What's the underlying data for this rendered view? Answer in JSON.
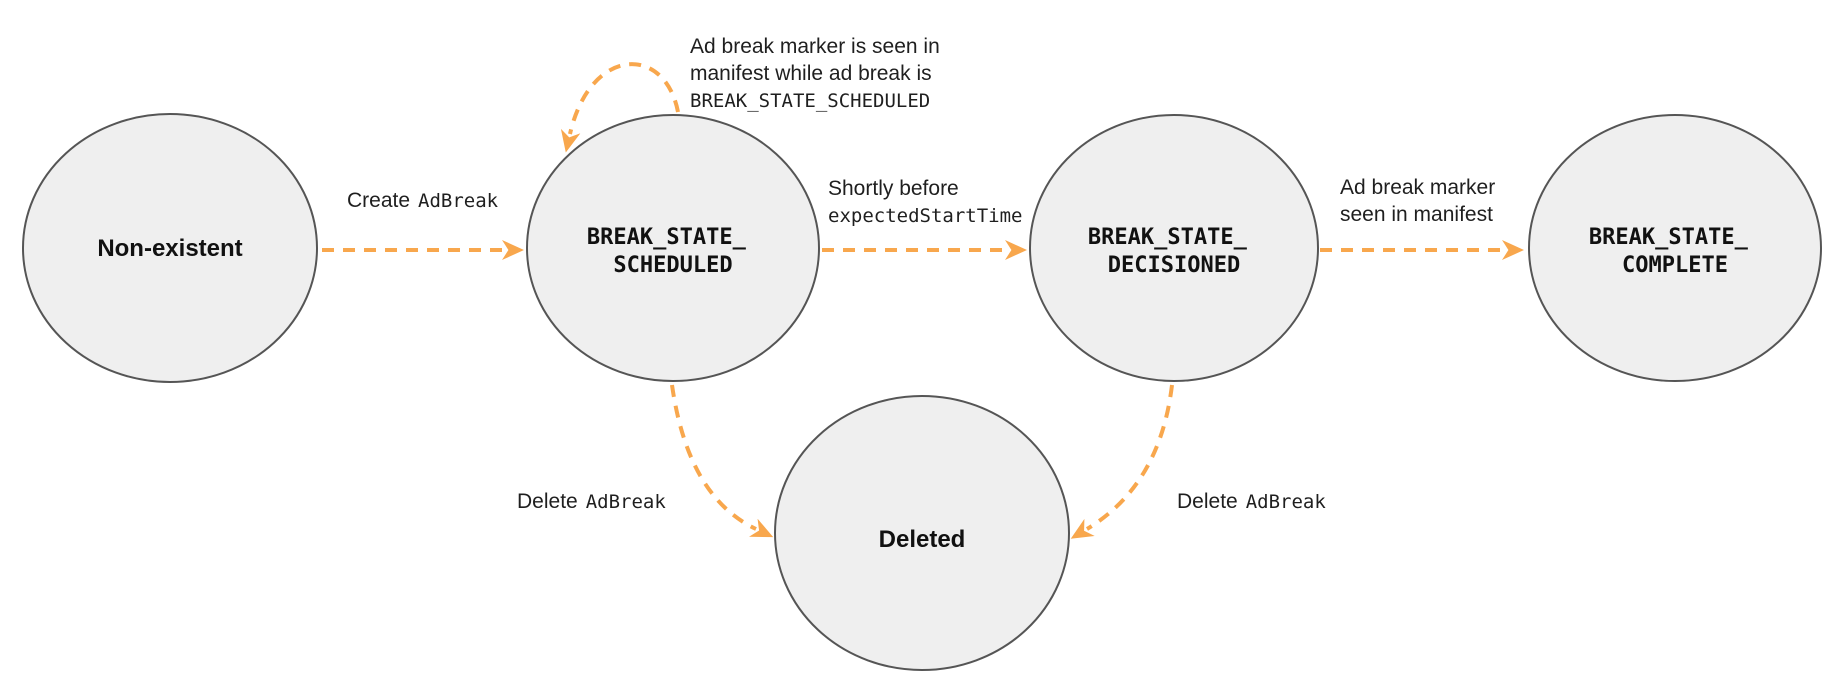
{
  "diagram": {
    "type": "state-diagram",
    "subject": "Ad break lifecycle states",
    "colors": {
      "arrow": "#F8A74D",
      "node_fill": "#EFEFEF",
      "node_stroke": "#555555",
      "text": "#1F1F1F"
    },
    "nodes": [
      {
        "id": "non-existent",
        "label": "Non-existent"
      },
      {
        "id": "break-state-scheduled",
        "label_line1": "BREAK_STATE_",
        "label_line2": "SCHEDULED"
      },
      {
        "id": "break-state-decisioned",
        "label_line1": "BREAK_STATE_",
        "label_line2": "DECISIONED"
      },
      {
        "id": "break-state-complete",
        "label_line1": "BREAK_STATE_",
        "label_line2": "COMPLETE"
      },
      {
        "id": "deleted",
        "label": "Deleted"
      }
    ],
    "edges": [
      {
        "id": "create-adbreak",
        "from": "non-existent",
        "to": "break-state-scheduled",
        "label_plain": "Create",
        "label_code": "AdBreak"
      },
      {
        "id": "self-loop-scheduled",
        "from": "break-state-scheduled",
        "to": "break-state-scheduled",
        "label_line1": "Ad break marker is seen in",
        "label_line2": "manifest while ad break is",
        "label_code": "BREAK_STATE_SCHEDULED"
      },
      {
        "id": "shortly-before-start",
        "from": "break-state-scheduled",
        "to": "break-state-decisioned",
        "label_plain": "Shortly before",
        "label_code": "expectedStartTime"
      },
      {
        "id": "marker-seen-in-manifest",
        "from": "break-state-decisioned",
        "to": "break-state-complete",
        "label_line1": "Ad break marker",
        "label_line2": "seen in manifest"
      },
      {
        "id": "delete-from-scheduled",
        "from": "break-state-scheduled",
        "to": "deleted",
        "label_plain": "Delete",
        "label_code": "AdBreak"
      },
      {
        "id": "delete-from-decisioned",
        "from": "break-state-decisioned",
        "to": "deleted",
        "label_plain": "Delete",
        "label_code": "AdBreak"
      }
    ]
  }
}
